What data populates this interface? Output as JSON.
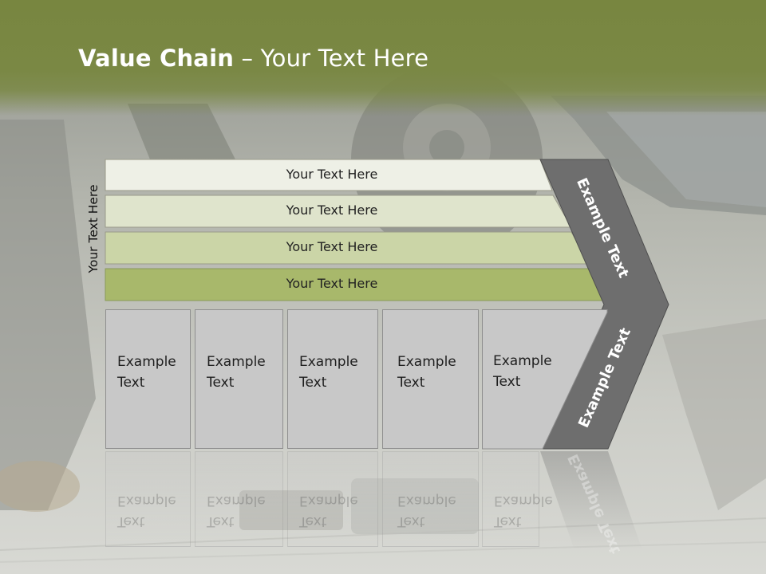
{
  "slide": {
    "title_bold": "Value Chain",
    "title_rest": " – Your Text Here",
    "side_label": "Your Text Here"
  },
  "rows": [
    {
      "label": "Your Text Here",
      "color": "#eef0e6"
    },
    {
      "label": "Your Text Here",
      "color": "#dfe4cc"
    },
    {
      "label": "Your Text Here",
      "color": "#cbd5a7"
    },
    {
      "label": "Your Text Here",
      "color": "#a8b86b"
    }
  ],
  "boxes": [
    {
      "line1": "Example",
      "line2": "Text"
    },
    {
      "line1": "Example",
      "line2": "Text"
    },
    {
      "line1": "Example",
      "line2": "Text"
    },
    {
      "line1": "Example",
      "line2": "Text"
    },
    {
      "line1": "Example",
      "line2": "Text"
    }
  ],
  "chevron": {
    "upper_label": "Example Text",
    "lower_label": "Example Text",
    "color": "#6e6e6e"
  },
  "colors": {
    "header": "#788640",
    "accent": "#a8b86b"
  }
}
